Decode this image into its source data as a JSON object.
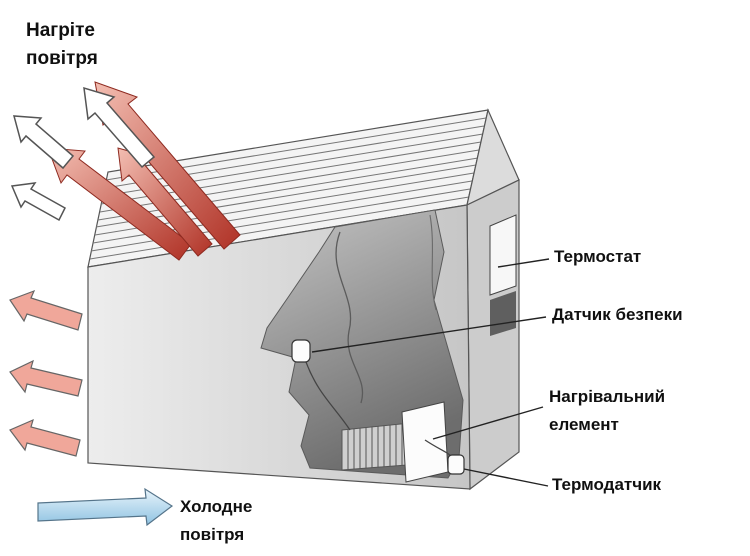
{
  "labels": {
    "heated_air": {
      "line1": "Нагріте",
      "line2": "повітря"
    },
    "thermostat": "Термостат",
    "safety_sensor": "Датчик безпеки",
    "heating_element": {
      "line1": "Нагрівальний",
      "line2": "елемент"
    },
    "thermo_sensor": "Термодатчик",
    "cold_air": {
      "line1": "Холодне",
      "line2": "повітря"
    }
  },
  "colors": {
    "hot_arrow_light": "#f3beb2",
    "hot_arrow_dark": "#b03226",
    "left_arrow_fill": "#f0a79a",
    "outline_arrow_fill": "#ffffff",
    "cold_arrow_light": "#e8f4fb",
    "cold_arrow_dark": "#8fc3e2",
    "body_light": "#ededed",
    "body_dark": "#c6c6c6",
    "grille_fill": "#f4f4f4",
    "side_fill": "#cccccc",
    "end_cap_fill": "#dcdcdc",
    "interior_light": "#c4c4c4",
    "interior_dark": "#6d6d6d",
    "leader_line": "#222222"
  }
}
